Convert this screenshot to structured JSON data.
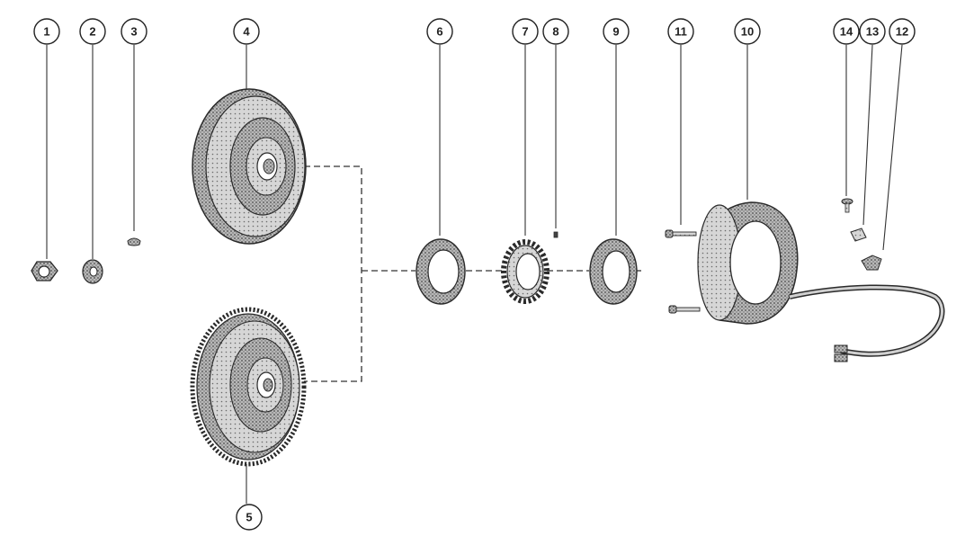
{
  "colors": {
    "ink": "#2a2a2a",
    "paper": "#ffffff",
    "shade_dark": "#555555",
    "shade_mid": "#8a8a8a",
    "shade_light": "#c8c8c8"
  },
  "callouts": [
    "1",
    "2",
    "3",
    "4",
    "5",
    "6",
    "7",
    "8",
    "9",
    "11",
    "10",
    "14",
    "13",
    "12"
  ]
}
